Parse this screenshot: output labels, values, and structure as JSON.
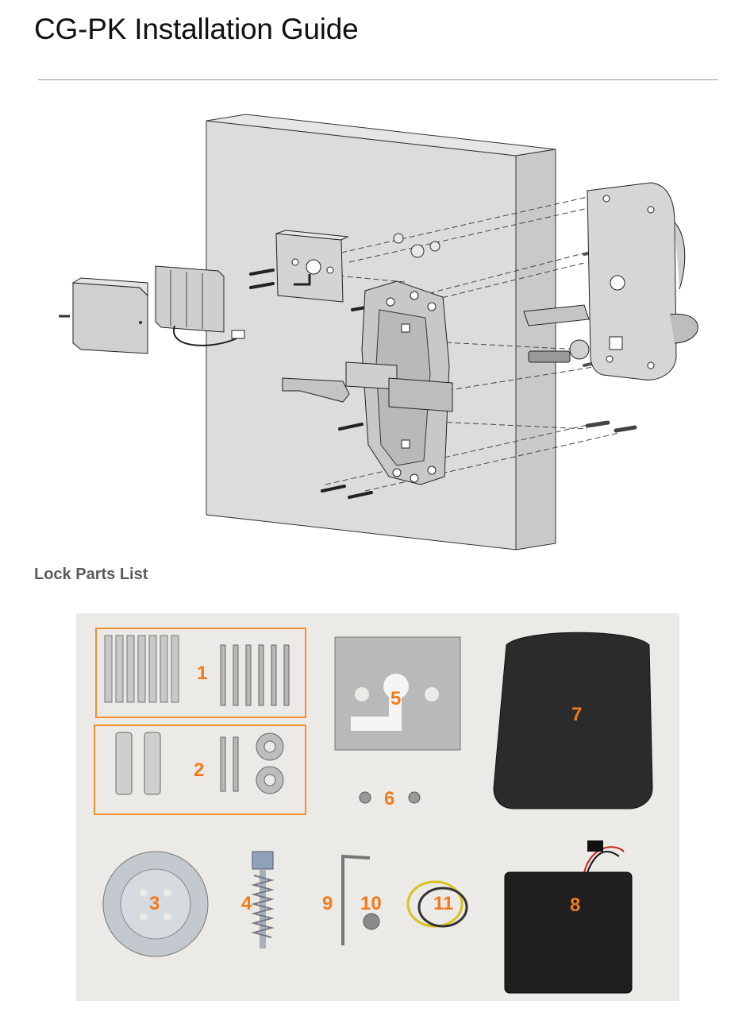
{
  "header": {
    "title": "CG-PK Installation Guide"
  },
  "section": {
    "parts_title": "Lock Parts List"
  },
  "parts": {
    "p1": "1",
    "p2": "2",
    "p3": "3",
    "p4": "4",
    "p5": "5",
    "p6": "6",
    "p7": "7",
    "p8": "8",
    "p9": "9",
    "p10": "10",
    "p11": "11"
  },
  "colors": {
    "accent": "#f07a1c",
    "box_border": "#f0902e",
    "photo_bg": "#eceae6"
  }
}
